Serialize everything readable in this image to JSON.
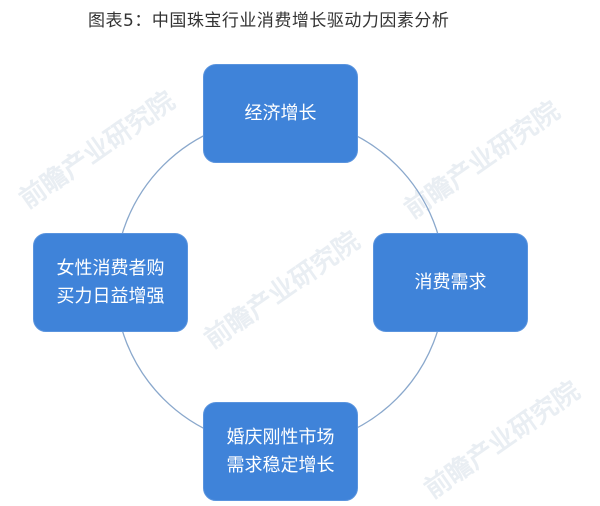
{
  "title": "图表5：中国珠宝行业消费增长驱动力因素分析",
  "nodes": {
    "top": {
      "lines": [
        "经济增长"
      ]
    },
    "right": {
      "lines": [
        "消费需求"
      ]
    },
    "bottom": {
      "lines": [
        "婚庆刚性市场",
        "需求稳定增长"
      ]
    },
    "left": {
      "lines": [
        "女性消费者购",
        "买力日益增强"
      ]
    }
  },
  "watermark": "前瞻产业研究院",
  "colors": {
    "node_fill": "#3f83d9",
    "ring": "#8aa8cc",
    "title": "#333333"
  }
}
